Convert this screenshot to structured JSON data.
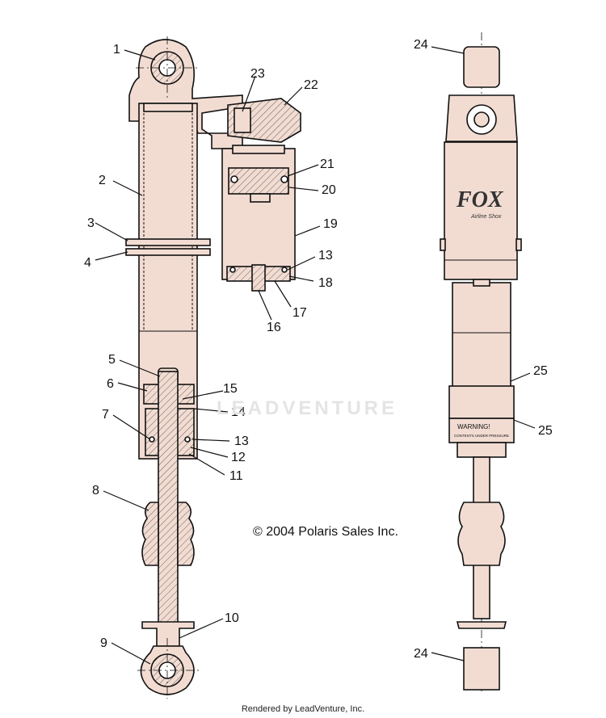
{
  "callouts": {
    "n1": "1",
    "n2": "2",
    "n3": "3",
    "n4": "4",
    "n5": "5",
    "n6": "6",
    "n7": "7",
    "n8": "8",
    "n9": "9",
    "n10": "10",
    "n11": "11",
    "n12": "12",
    "n13": "13",
    "n13b": "13",
    "n14": "14",
    "n15": "15",
    "n16": "16",
    "n17": "17",
    "n18": "18",
    "n19": "19",
    "n20": "20",
    "n21": "21",
    "n22": "22",
    "n23": "23",
    "n24": "24",
    "n24b": "24",
    "n25": "25",
    "n25b": "25"
  },
  "copyright": "© 2004 Polaris Sales Inc.",
  "footer": "Rendered by LeadVenture, Inc.",
  "watermark": "LEADVENTURE",
  "labels": {
    "brand_logo": "FOX",
    "brand_sub": "Airline Shox",
    "warning_title": "WARNING!",
    "warning_sub": "CONTENTS UNDER PRESSURE"
  },
  "colors": {
    "body_fill": "#f2dcd2",
    "line": "#111111",
    "background": "#ffffff"
  }
}
